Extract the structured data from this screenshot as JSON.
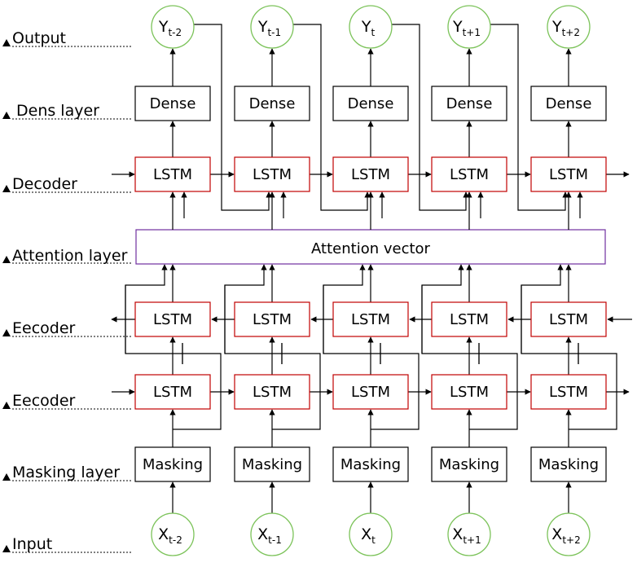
{
  "row_labels": {
    "output": "Output",
    "dense": "Dens layer",
    "decoder": "Decoder",
    "attention": "Attention layer",
    "encoder_top": "Eecoder",
    "encoder_bottom": "Eecoder",
    "masking": "Masking layer",
    "input": "Input"
  },
  "blocks": {
    "dense": "Dense",
    "lstm": "LSTM",
    "masking": "Masking",
    "attention": "Attention vector"
  },
  "outputs": [
    {
      "base": "Y",
      "sub": "t-2"
    },
    {
      "base": "Y",
      "sub": "t-1"
    },
    {
      "base": "Y",
      "sub": "t"
    },
    {
      "base": "Y",
      "sub": "t+1"
    },
    {
      "base": "Y",
      "sub": "t+2"
    }
  ],
  "inputs": [
    {
      "base": "X",
      "sub": "t-2"
    },
    {
      "base": "X",
      "sub": "t-1"
    },
    {
      "base": "X",
      "sub": "t"
    },
    {
      "base": "X",
      "sub": "t+1"
    },
    {
      "base": "X",
      "sub": "t+2"
    }
  ],
  "colors": {
    "lstm_border": "#c00000",
    "attention_border": "#7030a0",
    "node_border": "#7cc35a",
    "line": "#000000"
  }
}
